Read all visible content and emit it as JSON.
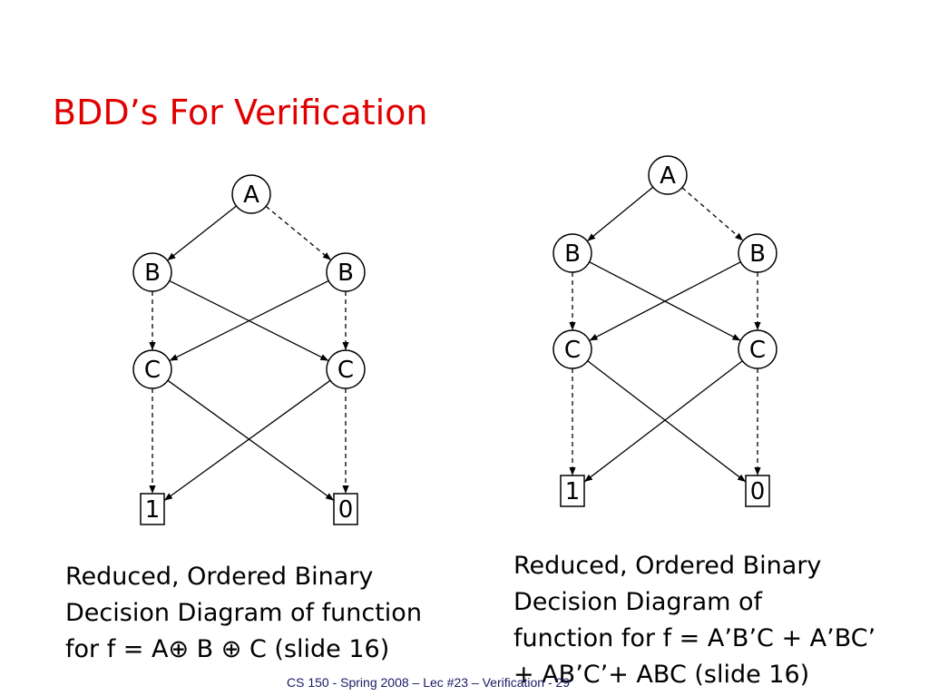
{
  "slide": {
    "title": "BDD’s For Verification",
    "footer": "CS 150 - Spring  2008 – Lec #23 – Verification  - 29"
  },
  "diagrams": [
    {
      "id": "left",
      "nodes": [
        {
          "id": "A",
          "label": "A",
          "kind": "var"
        },
        {
          "id": "B1",
          "label": "B",
          "kind": "var"
        },
        {
          "id": "B2",
          "label": "B",
          "kind": "var"
        },
        {
          "id": "C1",
          "label": "C",
          "kind": "var"
        },
        {
          "id": "C2",
          "label": "C",
          "kind": "var"
        },
        {
          "id": "T1",
          "label": "1",
          "kind": "terminal"
        },
        {
          "id": "T0",
          "label": "0",
          "kind": "terminal"
        }
      ],
      "edges": [
        {
          "from": "A",
          "to": "B1",
          "style": "solid"
        },
        {
          "from": "A",
          "to": "B2",
          "style": "dashed"
        },
        {
          "from": "B1",
          "to": "C1",
          "style": "dashed"
        },
        {
          "from": "B1",
          "to": "C2",
          "style": "solid"
        },
        {
          "from": "B2",
          "to": "C1",
          "style": "solid"
        },
        {
          "from": "B2",
          "to": "C2",
          "style": "dashed"
        },
        {
          "from": "C1",
          "to": "T1",
          "style": "dashed"
        },
        {
          "from": "C1",
          "to": "T0",
          "style": "solid"
        },
        {
          "from": "C2",
          "to": "T1",
          "style": "solid"
        },
        {
          "from": "C2",
          "to": "T0",
          "style": "dashed"
        }
      ],
      "caption": [
        "Reduced, Ordered Binary",
        "Decision Diagram of function",
        "for f = A⊕ B ⊕ C (slide 16)"
      ]
    },
    {
      "id": "right",
      "nodes": [
        {
          "id": "A",
          "label": "A",
          "kind": "var"
        },
        {
          "id": "B1",
          "label": "B",
          "kind": "var"
        },
        {
          "id": "B2",
          "label": "B",
          "kind": "var"
        },
        {
          "id": "C1",
          "label": "C",
          "kind": "var"
        },
        {
          "id": "C2",
          "label": "C",
          "kind": "var"
        },
        {
          "id": "T1",
          "label": "1",
          "kind": "terminal"
        },
        {
          "id": "T0",
          "label": "0",
          "kind": "terminal"
        }
      ],
      "edges": [
        {
          "from": "A",
          "to": "B1",
          "style": "solid"
        },
        {
          "from": "A",
          "to": "B2",
          "style": "dashed"
        },
        {
          "from": "B1",
          "to": "C1",
          "style": "dashed"
        },
        {
          "from": "B1",
          "to": "C2",
          "style": "solid"
        },
        {
          "from": "B2",
          "to": "C1",
          "style": "solid"
        },
        {
          "from": "B2",
          "to": "C2",
          "style": "dashed"
        },
        {
          "from": "C1",
          "to": "T1",
          "style": "dashed"
        },
        {
          "from": "C1",
          "to": "T0",
          "style": "solid"
        },
        {
          "from": "C2",
          "to": "T1",
          "style": "solid"
        },
        {
          "from": "C2",
          "to": "T0",
          "style": "dashed"
        }
      ],
      "caption": [
        "Reduced, Ordered Binary",
        "Decision Diagram of",
        "function for f = A’B’C + A’BC’",
        "+ AB’C’+ ABC (slide 16)"
      ]
    }
  ]
}
